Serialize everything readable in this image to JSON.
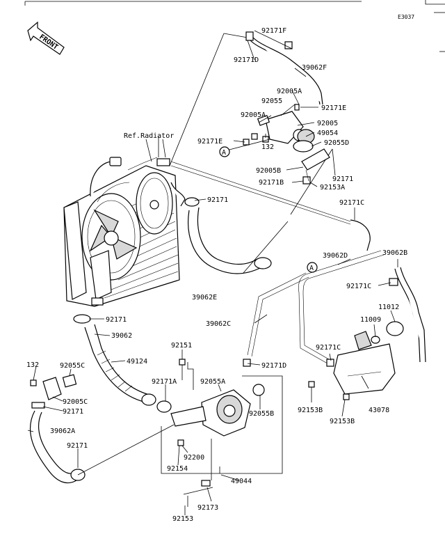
{
  "figure_code": "E3037",
  "front_label": "FRONT",
  "ref_radiator": "Ref.Radiator",
  "callout_letter": "A",
  "labels": {
    "p92171F": "92171F",
    "p92171D_top": "92171D",
    "p39062F": "39062F",
    "p92005A_1": "92005A",
    "p92055": "92055",
    "p92171E_r": "92171E",
    "p92005A_2": "92005A",
    "p92005": "92005",
    "p49054": "49054",
    "p92171E_l": "92171E",
    "p132_top": "132",
    "p92055D": "92055D",
    "p92005B": "92005B",
    "p92171_mid": "92171",
    "p92171B": "92171B",
    "p92153A": "92153A",
    "p92171_hose": "92171",
    "p92171C_top": "92171C",
    "p39062D": "39062D",
    "p39062B": "39062B",
    "p39062E": "39062E",
    "p92171C_mid": "92171C",
    "p11012": "11012",
    "p39062C": "39062C",
    "p11009": "11009",
    "p92171_low": "92171",
    "p39062": "39062",
    "p92151": "92151",
    "p92171C_low": "92171C",
    "p49124": "49124",
    "p92171D_low": "92171D",
    "p132_left": "132",
    "p92055C": "92055C",
    "p92171A": "92171A",
    "p92055A": "92055A",
    "p92005C": "92005C",
    "p92171_left": "92171",
    "p92153B_l": "92153B",
    "p43078": "43078",
    "p92055B": "92055B",
    "p39062A": "39062A",
    "p92153B_r": "92153B",
    "p92171_bl": "92171",
    "p92200": "92200",
    "p92154": "92154",
    "p49044": "49044",
    "p92173": "92173",
    "p92153": "92153"
  }
}
